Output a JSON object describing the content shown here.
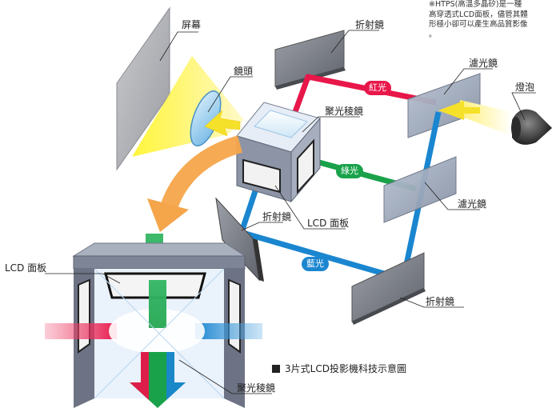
{
  "note": "※HTPS(高溫多晶矽)是一種\n高穿透式LCD面板，儘管其體\n形極小卻可以產生高品質影像\n。",
  "labels": {
    "screen": "屏幕",
    "lens": "鏡頭",
    "mirror_top": "折射鏡",
    "filter_top": "濾光鏡",
    "lamp": "燈泡",
    "prism_top": "聚光稜鏡",
    "filter_mid": "濾光鏡",
    "lcd_panel_top": "LCD 面板",
    "mirror_left": "折射鏡",
    "mirror_bottom": "折射鏡",
    "lcd_panel_bottom": "LCD 面板",
    "prism_bottom": "聚光稜鏡"
  },
  "beams": {
    "red": "紅光",
    "green": "綠光",
    "blue": "藍光"
  },
  "caption": "3片式LCD投影機科技示意圖",
  "colors": {
    "red": "#e8174a",
    "green": "#19a24a",
    "blue": "#1a86d0",
    "orange": "#f5a54a",
    "panel_gray": "#7b8190",
    "light_yellow": "#fff3a0"
  }
}
